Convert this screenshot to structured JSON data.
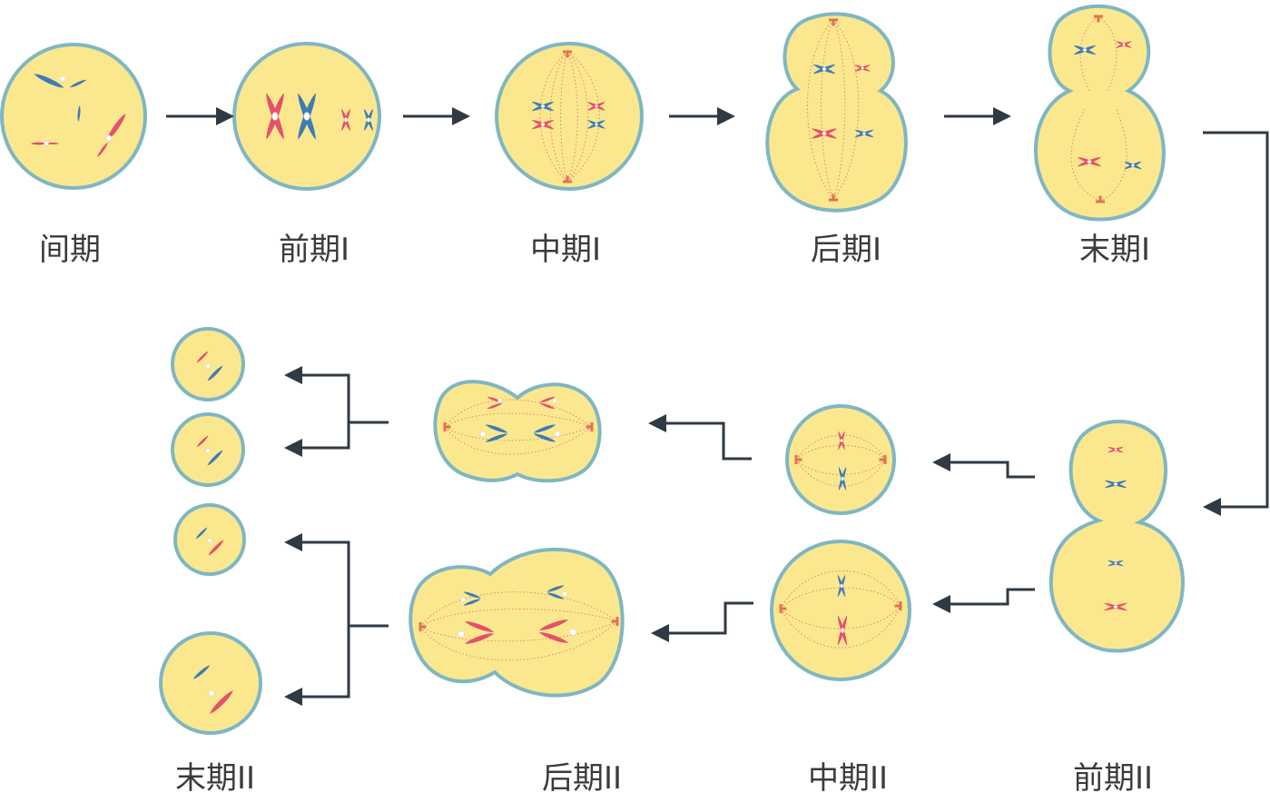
{
  "stages": {
    "interphase": "间期",
    "prophase1": "前期I",
    "metaphase1": "中期I",
    "anaphase1": "后期I",
    "telophase1": "末期I",
    "telophase2": "末期II",
    "anaphase2": "后期II",
    "metaphase2": "中期II",
    "prophase2": "前期II"
  },
  "colors": {
    "cell_fill": "#fbe88e",
    "cell_border": "#7fb6c4",
    "chromosome_red": "#e5506b",
    "chromosome_blue": "#3f7bb6",
    "arrow": "#2f3a44"
  }
}
